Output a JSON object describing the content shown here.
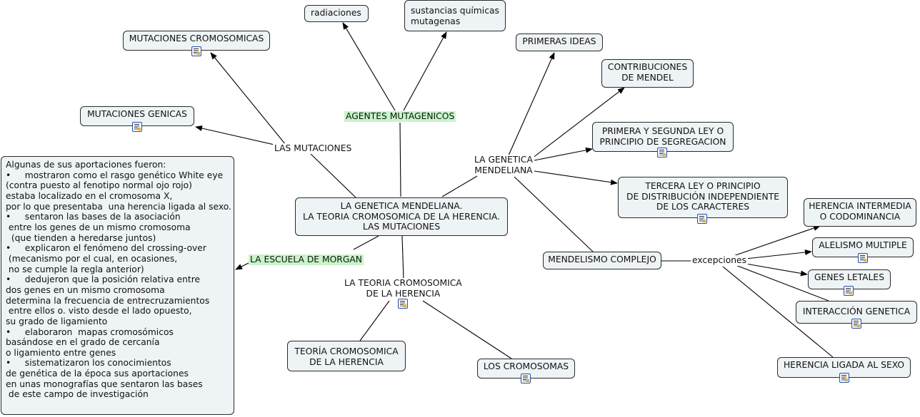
{
  "central": "LA GENETICA MENDELIANA.\nLA TEORIA CROMOSOMICA DE LA HERENCIA.\nLAS MUTACIONES",
  "labels": {
    "las_mutaciones": "LAS MUTACIONES",
    "agentes_mutagenicos": "AGENTES MUTAGENICOS",
    "genetica_mendeliana": "LA GENETICA\nMENDELIANA",
    "escuela_morgan": "LA ESCUELA DE  MORGAN",
    "teoria_cromosomica_label": "LA TEORIA CROMOSOMICA\nDE LA HERENCIA",
    "excepciones": "excepciones"
  },
  "nodes": {
    "radiaciones": "radiaciones",
    "sustancias": "sustancias químicas\nmutagenas",
    "mutaciones_cromosomicas": "MUTACIONES CROMOSOMICAS",
    "mutaciones_genicas": "MUTACIONES GENICAS",
    "primeras_ideas": "PRIMERAS IDEAS",
    "contribuciones": "CONTRIBUCIONES\nDE MENDEL",
    "primera_segunda_ley": "PRIMERA Y SEGUNDA LEY O\nPRINCIPIO DE SEGREGACION",
    "tercera_ley": "TERCERA LEY O PRINCIPIO\nDE DISTRIBUCIÓN INDEPENDIENTE\nDE LOS CARACTERES",
    "mendelismo_complejo": "MENDELISMO COMPLEJO",
    "herencia_intermedia": "HERENCIA INTERMEDIA\nO CODOMINANCIA",
    "alelismo": "ALELISMO MULTIPLE",
    "genes_letales": "GENES LETALES",
    "interaccion": "INTERACCIÓN GENETICA",
    "herencia_ligada": "HERENCIA LIGADA AL SEXO",
    "teoria_cromosomica": "TEORÍA CROMOSOMICA\nDE LA HERENCIA",
    "cromosomas": "LOS CROMOSOMAS"
  },
  "morgan_text": "Algunas de sus aportaciones fueron:\n•     mostraron como el rasgo genético White eye\n(contra puesto al fenotipo normal ojo rojo)\nestaba localizado en el cromosoma X,\npor lo que presentaba  una herencia ligada al sexo.\n•     sentaron las bases de la asociación\n entre los genes de un mismo cromosoma\n  (que tienden a heredarse juntos)\n•     explicaron el fenómeno del crossing-over\n (mecanismo por el cual, en ocasiones,\n no se cumple la regla anterior)\n•     dedujeron que la posición relativa entre\ndos genes en un mismo cromosoma\ndetermina la frecuencia de entrecruzamientos\n entre ellos o. visto desde el lado opuesto,\nsu grado de ligamiento\n•     elaboraron  mapas cromosómicos\nbasándose en el grado de cercanía\no ligamiento entre genes\n•     sistematizaron los conocimientos\nde genética de la época sus aportaciones\nen unas monografías que sentaron las bases\n de este campo de investigación",
  "icons": [
    "document-icon"
  ]
}
